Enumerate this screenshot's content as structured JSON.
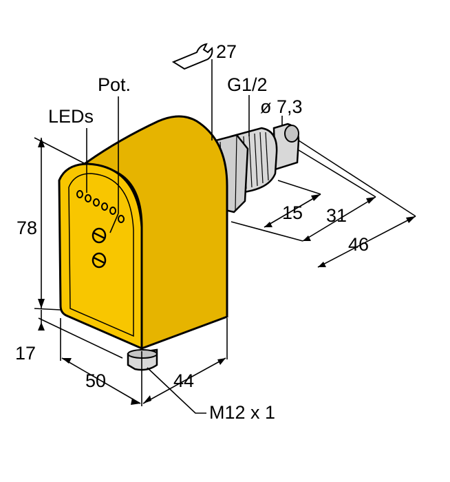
{
  "diagram": {
    "labels": {
      "wrench_size": "27",
      "thread": "G1/2",
      "diameter": "ø 7,3",
      "leds": "LEDs",
      "pot": "Pot.",
      "height": "78",
      "connector_offset": "17",
      "width": "50",
      "depth": "44",
      "connector": "M12 x 1",
      "dim_15": "15",
      "dim_31": "31",
      "dim_46": "46"
    },
    "colors": {
      "housing": "#f8c600",
      "housing_shade": "#e6b400",
      "metal": "#d8d8d8",
      "metal_dark": "#a8a8a8"
    },
    "icons": [
      "wrench-icon"
    ]
  }
}
